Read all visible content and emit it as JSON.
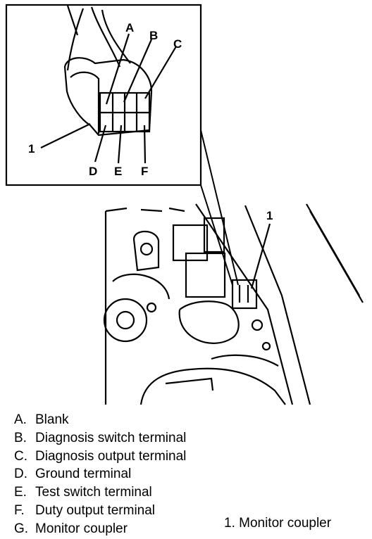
{
  "inset_labels": {
    "a": "A",
    "b": "B",
    "c": "C",
    "d": "D",
    "e": "E",
    "f": "F",
    "one": "1"
  },
  "engine_labels": {
    "one": "1"
  },
  "legend": [
    {
      "letter": "A.",
      "text": "Blank"
    },
    {
      "letter": "B.",
      "text": "Diagnosis switch terminal"
    },
    {
      "letter": "C.",
      "text": "Diagnosis output terminal"
    },
    {
      "letter": "D.",
      "text": "Ground terminal"
    },
    {
      "letter": "E.",
      "text": "Test switch terminal"
    },
    {
      "letter": "F.",
      "text": "Duty output terminal"
    },
    {
      "letter": "G.",
      "text": "Monitor coupler"
    }
  ],
  "caption": "1. Monitor coupler"
}
